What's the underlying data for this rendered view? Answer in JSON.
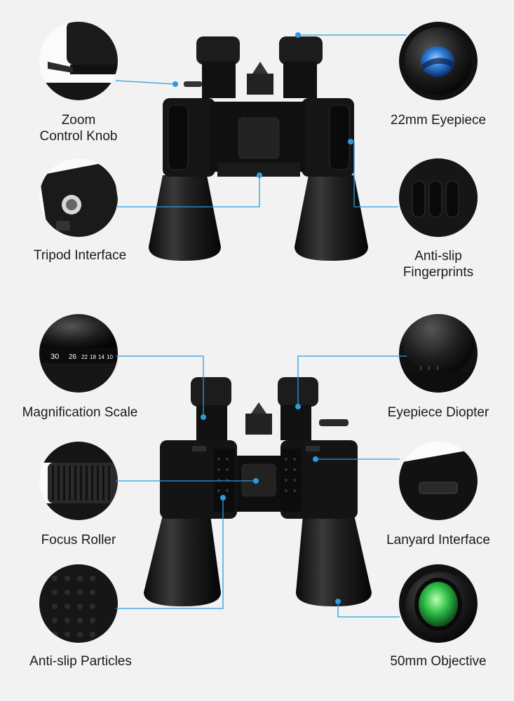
{
  "features": {
    "zoom_knob": {
      "line1": "Zoom",
      "line2": "Control Knob"
    },
    "eyepiece": {
      "text": "22mm Eyepiece"
    },
    "tripod": {
      "text": "Tripod Interface"
    },
    "antislip_fingerprints": {
      "line1": "Anti-slip",
      "line2": "Fingerprints"
    },
    "magnification_scale": {
      "text": "Magnification Scale"
    },
    "eyepiece_diopter": {
      "text": "Eyepiece Diopter"
    },
    "focus_roller": {
      "text": "Focus Roller"
    },
    "lanyard_interface": {
      "text": "Lanyard Interface"
    },
    "antislip_particles": {
      "text": "Anti-slip Particles"
    },
    "objective": {
      "text": "50mm Objective"
    }
  },
  "scale_ticks": [
    "30",
    "26",
    "22",
    "18",
    "14",
    "10"
  ],
  "colors": {
    "background": "#f2f2f2",
    "callout_line": "#2b9be0",
    "lens_blue": "#2f7fd8",
    "lens_green": "#2fbf4a",
    "body_black": "#111111"
  }
}
